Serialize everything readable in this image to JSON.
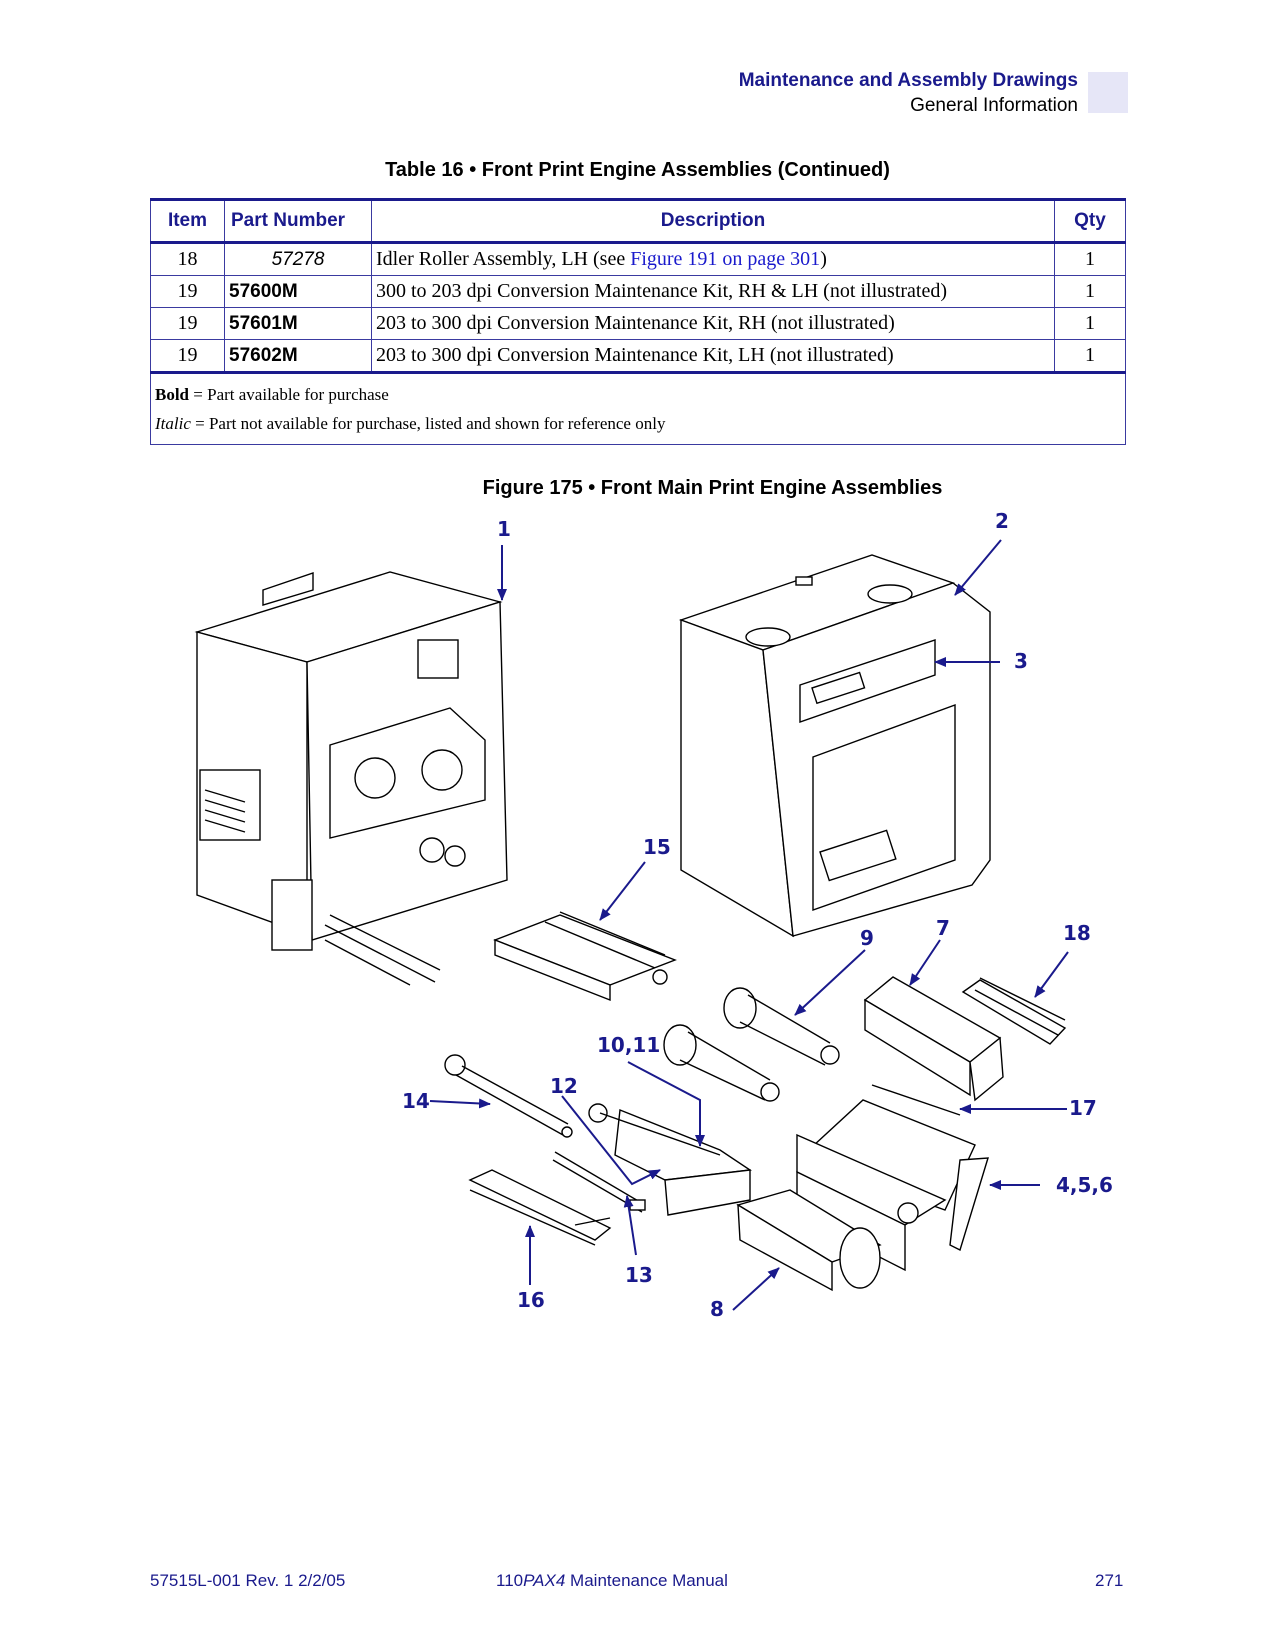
{
  "header": {
    "section_title": "Maintenance and Assembly Drawings",
    "subsection": "General Information"
  },
  "table": {
    "title": "Table 16 • Front Print Engine Assemblies (Continued)",
    "columns": [
      "Item",
      "Part Number",
      "Description",
      "Qty"
    ],
    "rows": [
      {
        "item": "18",
        "part_number": "57278",
        "part_style": "italic",
        "description_prefix": "Idler Roller Assembly, LH (see ",
        "description_link": "Figure 191 on page 301",
        "description_suffix": ")",
        "qty": "1"
      },
      {
        "item": "19",
        "part_number": "57600M",
        "part_style": "bold",
        "description": "300 to 203 dpi Conversion Maintenance Kit, RH & LH (not illustrated)",
        "qty": "1"
      },
      {
        "item": "19",
        "part_number": "57601M",
        "part_style": "bold",
        "description": "203 to 300 dpi Conversion Maintenance Kit, RH (not illustrated)",
        "qty": "1"
      },
      {
        "item": "19",
        "part_number": "57602M",
        "part_style": "bold",
        "description": "203 to 300 dpi Conversion Maintenance Kit, LH (not illustrated)",
        "qty": "1"
      }
    ],
    "legend": {
      "bold_term": "Bold",
      "bold_text": " = Part available for purchase",
      "italic_term": "Italic",
      "italic_text": " = Part not available for purchase, listed and shown for reference only"
    }
  },
  "figure": {
    "title": "Figure 175 • Front Main Print Engine Assemblies",
    "callouts": [
      "1",
      "2",
      "3",
      "15",
      "9",
      "7",
      "18",
      "10,11",
      "14",
      "12",
      "17",
      "4,5,6",
      "13",
      "16",
      "8"
    ]
  },
  "footer": {
    "doc_number": "57515L-001 Rev. 1   2/2/05",
    "manual_prefix": "110",
    "manual_model": "PAX4",
    "manual_suffix": " Maintenance Manual",
    "page_number": "271"
  },
  "colors": {
    "accent_blue": "#1a1a8c",
    "link_blue": "#1a1acc",
    "tab_lavender": "#e6e6f7"
  }
}
